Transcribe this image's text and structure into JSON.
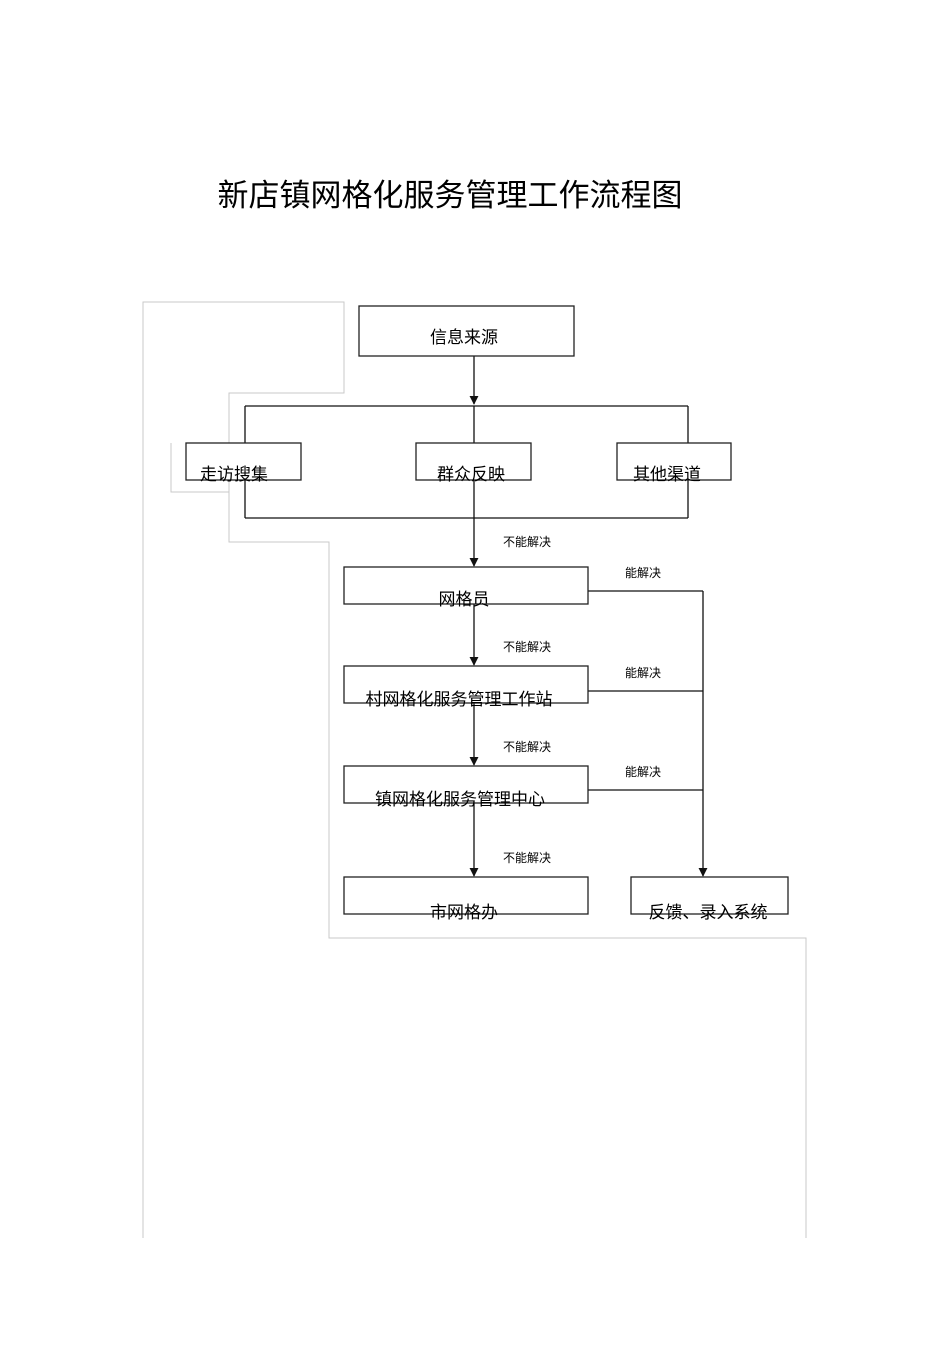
{
  "title": "新店镇网格化服务管理工作流程图",
  "nodes": {
    "source": "信息来源",
    "visit": "走访搜集",
    "public": "群众反映",
    "other": "其他渠道",
    "gridman": "网格员",
    "village": "村网格化服务管理工作站",
    "town": "镇网格化服务管理中心",
    "city": "市网格办",
    "feedback": "反馈、录入系统"
  },
  "edge_labels": {
    "cannot_1": "不能解决",
    "cannot_2": "不能解决",
    "cannot_3": "不能解决",
    "cannot_4": "不能解决",
    "can_1": "能解决",
    "can_2": "能解决",
    "can_3": "能解决"
  }
}
